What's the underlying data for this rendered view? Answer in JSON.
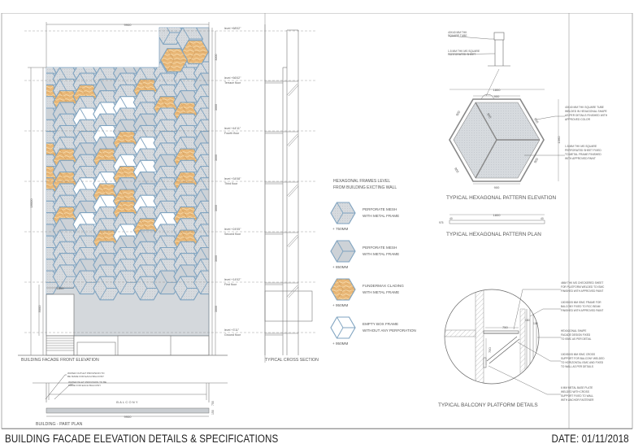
{
  "sheet": {
    "title": "BUILDING FACADE ELEVATION DETAILS & SPECIFICATIONS",
    "date": "DATE: 01/11/2018"
  },
  "elevation": {
    "caption": "BUILDING FACADE FRONT ELEVATION",
    "width_dim": "9900",
    "height_dim": "18000",
    "door_width_dim": "1800",
    "door_height_dim": "3000",
    "floor_dim": "3000",
    "levels": [
      {
        "label": "level +68'02\"",
        "floor": ""
      },
      {
        "label": "level +56'02\"",
        "floor": "Terrace floor"
      },
      {
        "label": "level +44'11\"",
        "floor": "Fourth floor"
      },
      {
        "label": "level +34'08\"",
        "floor": "Third floor"
      },
      {
        "label": "level +24'05\"",
        "floor": "Second floor"
      },
      {
        "label": "level +14'02\"",
        "floor": "First floor"
      },
      {
        "label": "level +3'11\"",
        "floor": "Ground floor"
      }
    ]
  },
  "cross_section": {
    "caption": "TYPICAL CROSS SECTION"
  },
  "legend": {
    "title_line1": "HEXAGONAL FRAMES LEVEL",
    "title_line2": "FROM BUILDING EXCTING WALL",
    "items": [
      {
        "line1": "PERFORATE MESH",
        "line2": "WITH METAL FRAME",
        "level": "+ 750MM",
        "fill": "#d3d8de"
      },
      {
        "line1": "PERFORATE MESH",
        "line2": "WITH METAL FRAME",
        "level": "+ 850MM",
        "fill": "#c9ced4"
      },
      {
        "line1": "FUNDERMAX CLADING",
        "line2": "WITH METAL FRAME",
        "level": "+ 950MM",
        "fill": "#e8b97a"
      },
      {
        "line1": "EMPTY BOX FRAME",
        "line2": "WITHOUT ANY PERFORATION",
        "level": "+ 950MM",
        "fill": "#ffffff"
      }
    ]
  },
  "part_plan": {
    "caption": "BUILDING - PART PLAN",
    "room_label": "BALCONY",
    "width_dim": "9900",
    "note1_line1": "WATER OUTLET PROVISION TO",
    "note1_line2": "BE MADE FOR EACH BALCONY",
    "note2_line1": "WATER INLET PROVISION TO BE",
    "note2_line2": "MADE FOR EACH BALCONY",
    "dim_a": "750",
    "dim_b": "150"
  },
  "hex_elevation": {
    "caption": "TYPICAL HEXAGONAL PATTERN ELEVATION",
    "dim_overall": "1800",
    "dim_side": "900",
    "dim_height": "1560",
    "note_tube_line1": "40X40 MM THK",
    "note_tube_line2": "SQUARE TUBE",
    "note_sheet_line1": "1.5 MM THK MS SQUARE",
    "note_sheet_line2": "PERFORATED SHEET",
    "note_right1": [
      "40X40 MM THK SQUARE TUBE",
      "WELDED IN HEXAGONAL SHAPE",
      "AS PER DETAILS FINISHED WITH",
      "APPROVED COLOR"
    ],
    "note_right2": [
      "1.5 MM THK MS SQUARE",
      "PERFORATED SHEET FIXED",
      "TO METAL FRAME FINISHED",
      "WITH APPROVED PAINT"
    ]
  },
  "hex_plan": {
    "caption": "TYPICAL HEXAGONAL PATTERN PLAN",
    "dim_overall": "1800",
    "dim_left": "40",
    "dim_right": "40",
    "dim_thk": "975"
  },
  "balcony_detail": {
    "caption": "TYPICAL BALCONY PLATFORM DETAILS",
    "dim_horizontal": "750",
    "dim_vertical": "750",
    "dim_small1": "150",
    "dim_small2": "100",
    "notes": [
      [
        "4MM THK MS CHECKERED SHEET",
        "FOR PLATFORM WELDED TO ISMC",
        "FINISHED WITH APPROVED PAINT"
      ],
      [
        "100X50X5 MM ISMC FRAME FOR",
        "BALCONY FIXED TO RCC BEAM",
        "FINISHED WITH APPROVED PAINT"
      ],
      [
        "HEXAGONAL SHAPE",
        "FACADE DESIGN FIXED",
        "TO ISMC AS PER DETAIL"
      ],
      [
        "100X50X5 MM ISMC CROSS",
        "SUPPORT FOR BALCONY WELDED",
        "TO HORIZONTAL ISMC AND FIXED",
        "TO WALL AS PER DETAILS"
      ],
      [
        "6 MM METAL BASE PLATE",
        "WELDED WITH CROSS",
        "SUPPORT FIXED TO WALL",
        "WITH ANCHOR FASTENER"
      ]
    ]
  },
  "colors": {
    "frame_blue": "#7fa3c0",
    "mesh_grey": "#d1d5da",
    "cladding_orange": "#e6b575",
    "dimension_red": "#c0392b",
    "line": "#666666"
  }
}
